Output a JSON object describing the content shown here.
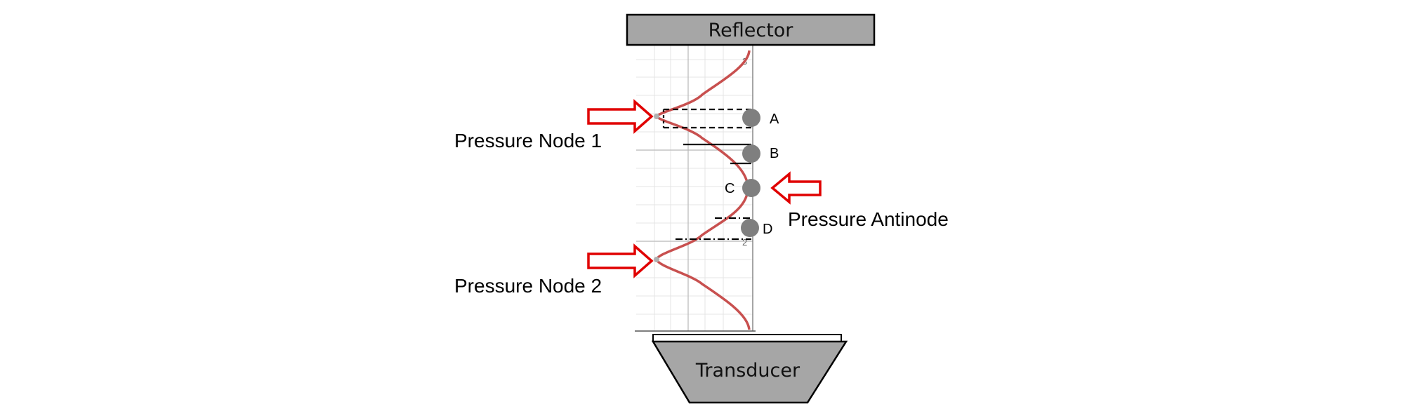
{
  "reflector": {
    "label": "Reflector"
  },
  "transducer": {
    "label": "Transducer"
  },
  "axis": {
    "ticks": [
      "3",
      "2"
    ]
  },
  "nodes": [
    {
      "label": "Pressure Node 1"
    },
    {
      "label": "Pressure Node 2"
    }
  ],
  "antinode": {
    "label": "Pressure Antinode"
  },
  "particles": [
    "A",
    "B",
    "C",
    "D"
  ],
  "colors": {
    "wave": "#c8504f",
    "arrow": "#e00000",
    "box_fill": "#a6a6a6",
    "particle": "#7f7f7f"
  }
}
